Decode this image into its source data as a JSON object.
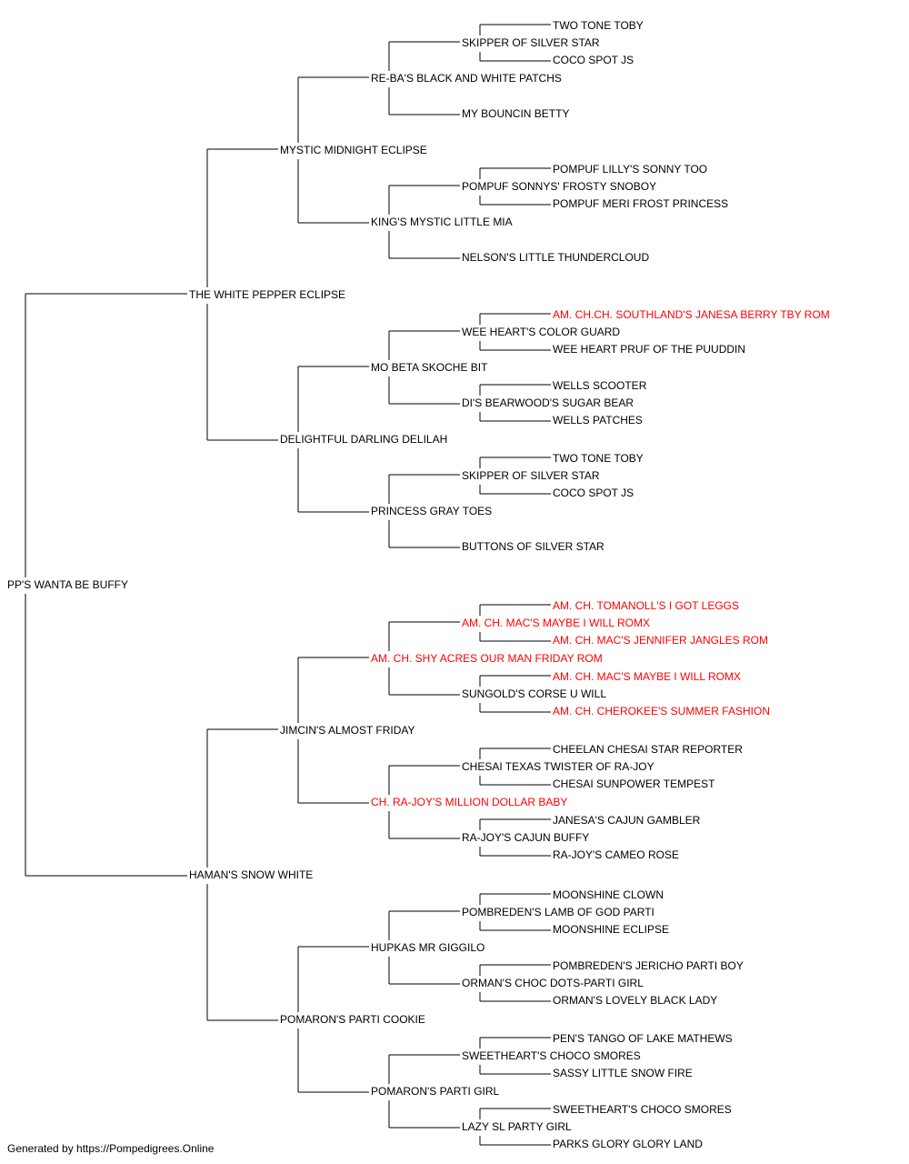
{
  "pedigree": {
    "name": "PP'S WANTA BE BUFFY",
    "sire": {
      "name": "THE WHITE PEPPER ECLIPSE",
      "sire": {
        "name": "MYSTIC MIDNIGHT ECLIPSE",
        "sire": {
          "name": "RE-BA'S BLACK AND WHITE PATCHS",
          "sire": {
            "name": "SKIPPER OF SILVER STAR",
            "sire": {
              "name": "TWO TONE TOBY"
            },
            "dam": {
              "name": "COCO SPOT JS"
            }
          },
          "dam": {
            "name": "MY BOUNCIN BETTY"
          }
        },
        "dam": {
          "name": "KING'S MYSTIC LITTLE MIA",
          "sire": {
            "name": "POMPUF SONNYS' FROSTY SNOBOY",
            "sire": {
              "name": "POMPUF LILLY'S SONNY TOO"
            },
            "dam": {
              "name": "POMPUF MERI FROST PRINCESS"
            }
          },
          "dam": {
            "name": "NELSON'S LITTLE THUNDERCLOUD"
          }
        }
      },
      "dam": {
        "name": "DELIGHTFUL DARLING DELILAH",
        "sire": {
          "name": "MO BETA SKOCHE BIT",
          "sire": {
            "name": "WEE HEART'S COLOR GUARD",
            "sire": {
              "name": "AM. CH.CH. SOUTHLAND'S JANESA BERRY TBY ROM",
              "champion": true
            },
            "dam": {
              "name": "WEE HEART PRUF OF THE PUUDDIN"
            }
          },
          "dam": {
            "name": "DI'S BEARWOOD'S SUGAR BEAR",
            "sire": {
              "name": "WELLS SCOOTER"
            },
            "dam": {
              "name": "WELLS PATCHES"
            }
          }
        },
        "dam": {
          "name": "PRINCESS GRAY TOES",
          "sire": {
            "name": "SKIPPER OF SILVER STAR",
            "sire": {
              "name": "TWO TONE TOBY"
            },
            "dam": {
              "name": "COCO SPOT JS"
            }
          },
          "dam": {
            "name": "BUTTONS OF SILVER STAR"
          }
        }
      }
    },
    "dam": {
      "name": "HAMAN'S SNOW WHITE",
      "sire": {
        "name": "JIMCIN'S ALMOST FRIDAY",
        "sire": {
          "name": "AM. CH. SHY ACRES OUR MAN FRIDAY ROM",
          "champion": true,
          "sire": {
            "name": "AM. CH. MAC'S MAYBE I WILL ROMX",
            "champion": true,
            "sire": {
              "name": "AM. CH. TOMANOLL'S I GOT LEGGS",
              "champion": true
            },
            "dam": {
              "name": "AM. CH. MAC'S JENNIFER JANGLES ROM",
              "champion": true
            }
          },
          "dam": {
            "name": "SUNGOLD'S CORSE U WILL",
            "sire": {
              "name": "AM. CH. MAC'S MAYBE I WILL ROMX",
              "champion": true
            },
            "dam": {
              "name": "AM. CH. CHEROKEE'S SUMMER FASHION",
              "champion": true
            }
          }
        },
        "dam": {
          "name": "CH. RA-JOY'S MILLION DOLLAR BABY",
          "champion": true,
          "sire": {
            "name": "CHESAI TEXAS TWISTER OF RA-JOY",
            "sire": {
              "name": "CHEELAN CHESAI STAR REPORTER"
            },
            "dam": {
              "name": "CHESAI SUNPOWER TEMPEST"
            }
          },
          "dam": {
            "name": "RA-JOY'S CAJUN BUFFY",
            "sire": {
              "name": "JANESA'S CAJUN GAMBLER"
            },
            "dam": {
              "name": "RA-JOY'S CAMEO ROSE"
            }
          }
        }
      },
      "dam": {
        "name": "POMARON'S PARTI COOKIE",
        "sire": {
          "name": "HUPKAS MR GIGGILO",
          "sire": {
            "name": "POMBREDEN'S LAMB OF GOD PARTI",
            "sire": {
              "name": "MOONSHINE CLOWN"
            },
            "dam": {
              "name": "MOONSHINE ECLIPSE"
            }
          },
          "dam": {
            "name": "ORMAN'S CHOC DOTS-PARTI GIRL",
            "sire": {
              "name": "POMBREDEN'S JERICHO PARTI BOY"
            },
            "dam": {
              "name": "ORMAN'S LOVELY BLACK LADY"
            }
          }
        },
        "dam": {
          "name": "POMARON'S PARTI GIRL",
          "sire": {
            "name": "SWEETHEART'S CHOCO SMORES",
            "sire": {
              "name": "PEN'S TANGO OF LAKE MATHEWS"
            },
            "dam": {
              "name": "SASSY LITTLE SNOW FIRE"
            }
          },
          "dam": {
            "name": "LAZY SL PARTY GIRL",
            "sire": {
              "name": "SWEETHEART'S CHOCO SMORES"
            },
            "dam": {
              "name": "PARKS GLORY GLORY LAND"
            }
          }
        }
      }
    }
  },
  "colors": {
    "normal_text": "#000000",
    "champion_text": "#ff0000",
    "line": "#000000"
  },
  "footer": "Generated by https://Pompedigrees.Online"
}
